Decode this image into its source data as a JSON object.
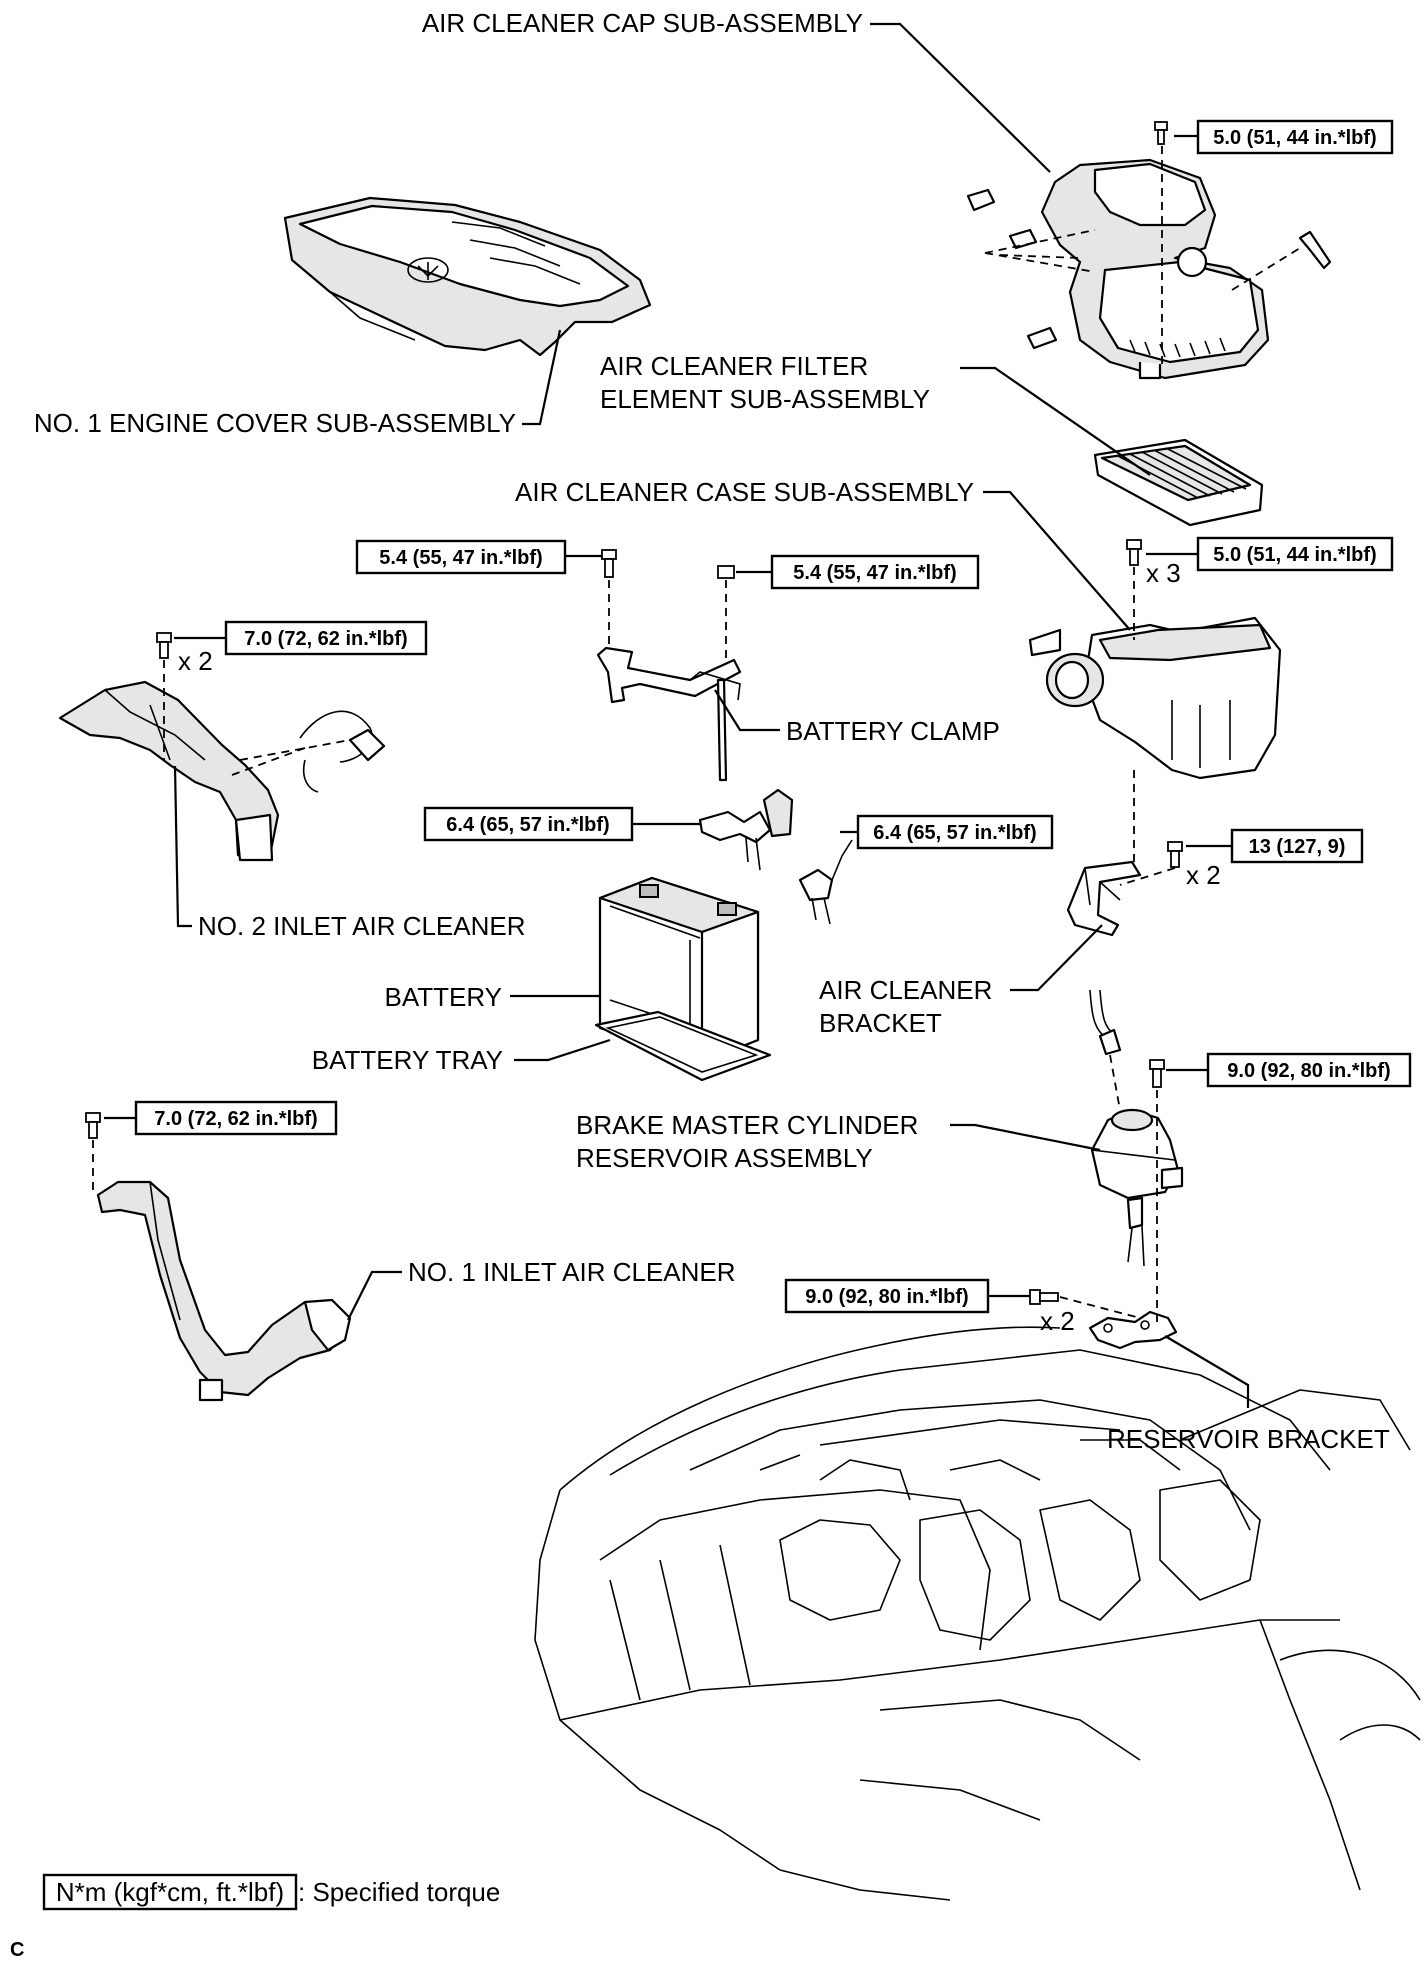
{
  "labels": {
    "air_cleaner_cap": "AIR CLEANER CAP SUB-ASSEMBLY",
    "engine_cover": "NO. 1 ENGINE COVER SUB-ASSEMBLY",
    "filter_element_1": "AIR CLEANER FILTER",
    "filter_element_2": "ELEMENT SUB-ASSEMBLY",
    "air_cleaner_case": "AIR CLEANER CASE SUB-ASSEMBLY",
    "battery_clamp": "BATTERY CLAMP",
    "no2_inlet": "NO. 2 INLET AIR CLEANER",
    "battery": "BATTERY",
    "battery_tray": "BATTERY TRAY",
    "air_cleaner_bracket_1": "AIR CLEANER",
    "air_cleaner_bracket_2": "BRACKET",
    "brake_reservoir_1": "BRAKE MASTER CYLINDER",
    "brake_reservoir_2": "RESERVOIR ASSEMBLY",
    "no1_inlet": "NO. 1 INLET AIR CLEANER",
    "reservoir_bracket": "RESERVOIR BRACKET"
  },
  "torques": {
    "cap_bolt": "5.0 (51, 44 in.*lbf)",
    "case_bolt": "5.0 (51, 44 in.*lbf)",
    "clamp_bolt_left": "5.4 (55, 47 in.*lbf)",
    "clamp_nut_right": "5.4 (55, 47 in.*lbf)",
    "no2_inlet_bolt": "7.0 (72, 62 in.*lbf)",
    "terminal_left": "6.4 (65, 57 in.*lbf)",
    "terminal_right": "6.4 (65, 57 in.*lbf)",
    "bracket_bolt": "13 (127, 9)",
    "reservoir_bolt": "9.0 (92, 80 in.*lbf)",
    "no1_inlet_bolt": "7.0 (72, 62 in.*lbf)",
    "reservoir_bracket_bolt": "9.0 (92, 80 in.*lbf)"
  },
  "quantities": {
    "case_bolts": "x 3",
    "no2_inlet_bolts": "x 2",
    "bracket_bolts": "x 2",
    "reservoir_bracket_bolts": "x 2"
  },
  "legend": {
    "torque_format": "N*m (kgf*cm, ft.*lbf)",
    "description": ": Specified torque"
  },
  "corner_mark": "C"
}
